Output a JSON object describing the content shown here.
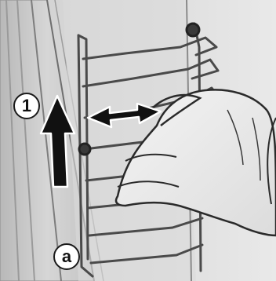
{
  "figure": {
    "callouts": {
      "step": "1",
      "part": "a"
    }
  },
  "colors": {
    "background": "#d4d4d4",
    "wall_dark": "#a6a6a6",
    "wall_light": "#e6e6e6",
    "rail_metal": "#5a5a5a",
    "arrow_fill": "#111111",
    "skin": "#ededed"
  },
  "icons": [
    "up-arrow-icon",
    "left-right-arrow-icon",
    "hand-illustration",
    "oven-side-rail",
    "door-frame"
  ]
}
